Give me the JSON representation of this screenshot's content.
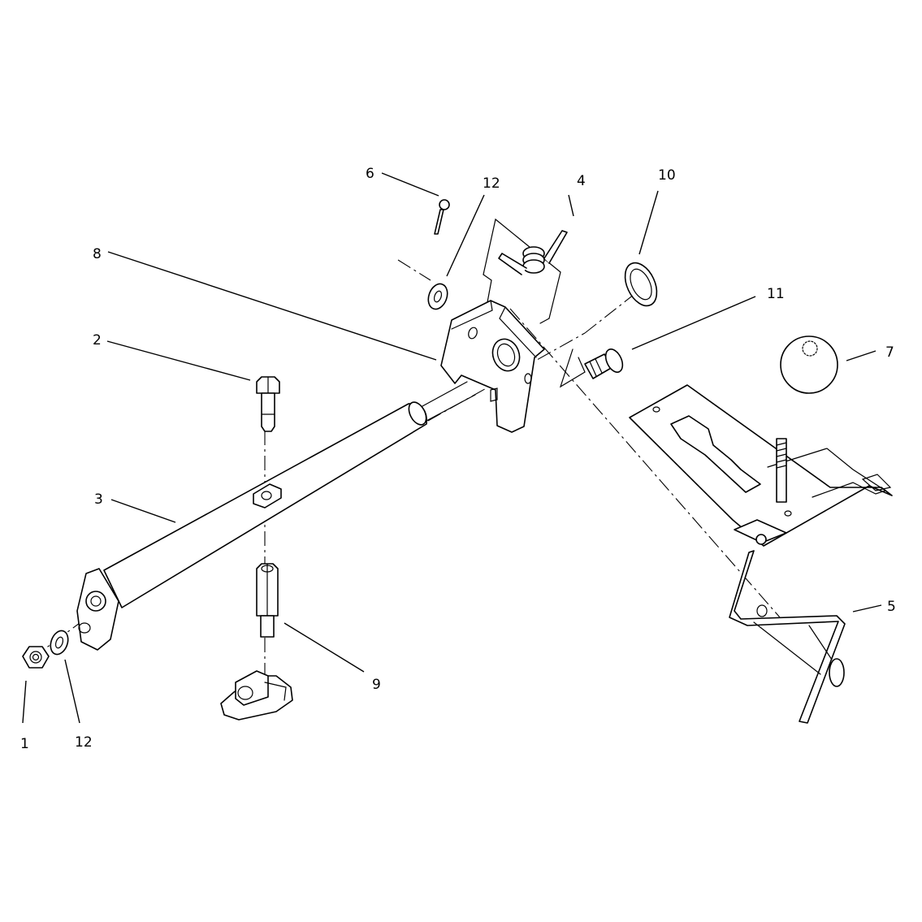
{
  "callouts": {
    "c1": "1",
    "c2": "2",
    "c3": "3",
    "c4": "4",
    "c5": "5",
    "c6": "6",
    "c7": "7",
    "c8": "8",
    "c9": "9",
    "c10": "10",
    "c11": "11",
    "c12_top": "12",
    "c12_bottom": "12"
  },
  "colors": {
    "line": "#000000",
    "background": "#ffffff"
  }
}
